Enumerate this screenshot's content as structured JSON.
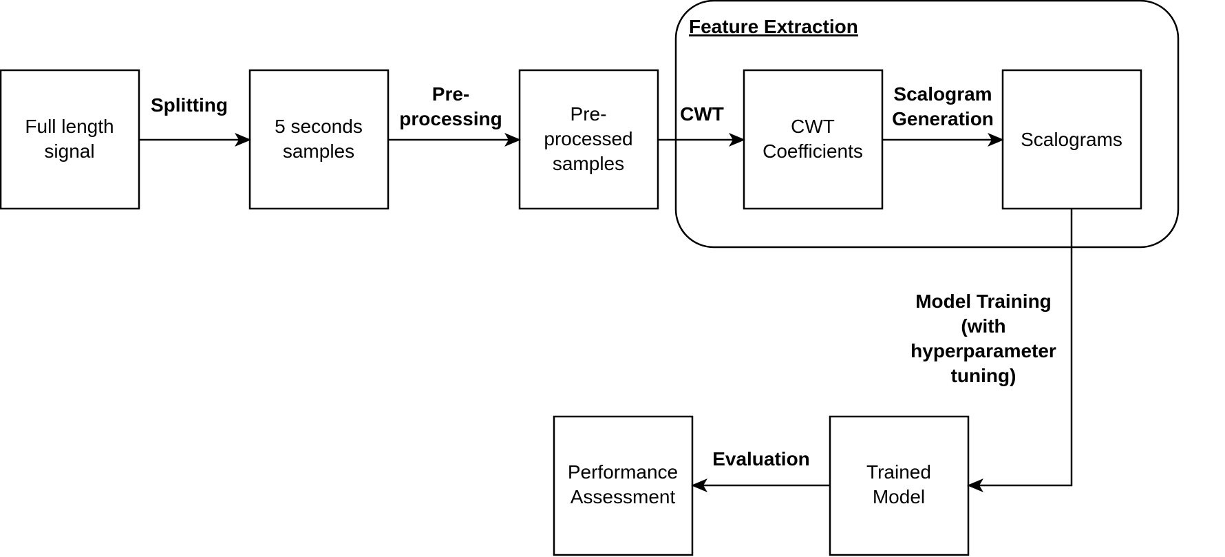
{
  "diagram": {
    "group": {
      "title": "Feature Extraction"
    },
    "nodes": {
      "full_length_signal": [
        "Full length",
        "signal"
      ],
      "five_second_samples": [
        "5 seconds",
        "samples"
      ],
      "preprocessed_samples": [
        "Pre-",
        "processed",
        "samples"
      ],
      "cwt_coefficients": [
        "CWT",
        "Coefficients"
      ],
      "scalograms": [
        "Scalograms"
      ],
      "trained_model": [
        "Trained",
        "Model"
      ],
      "performance_assessment": [
        "Performance",
        "Assessment"
      ]
    },
    "edges": {
      "splitting": [
        "Splitting"
      ],
      "preprocessing": [
        "Pre-",
        "processing"
      ],
      "cwt": [
        "CWT"
      ],
      "scalogram_generation": [
        "Scalogram",
        "Generation"
      ],
      "model_training": [
        "Model Training",
        "(with",
        "hyperparameter",
        "tuning)"
      ],
      "evaluation": [
        "Evaluation"
      ]
    }
  }
}
